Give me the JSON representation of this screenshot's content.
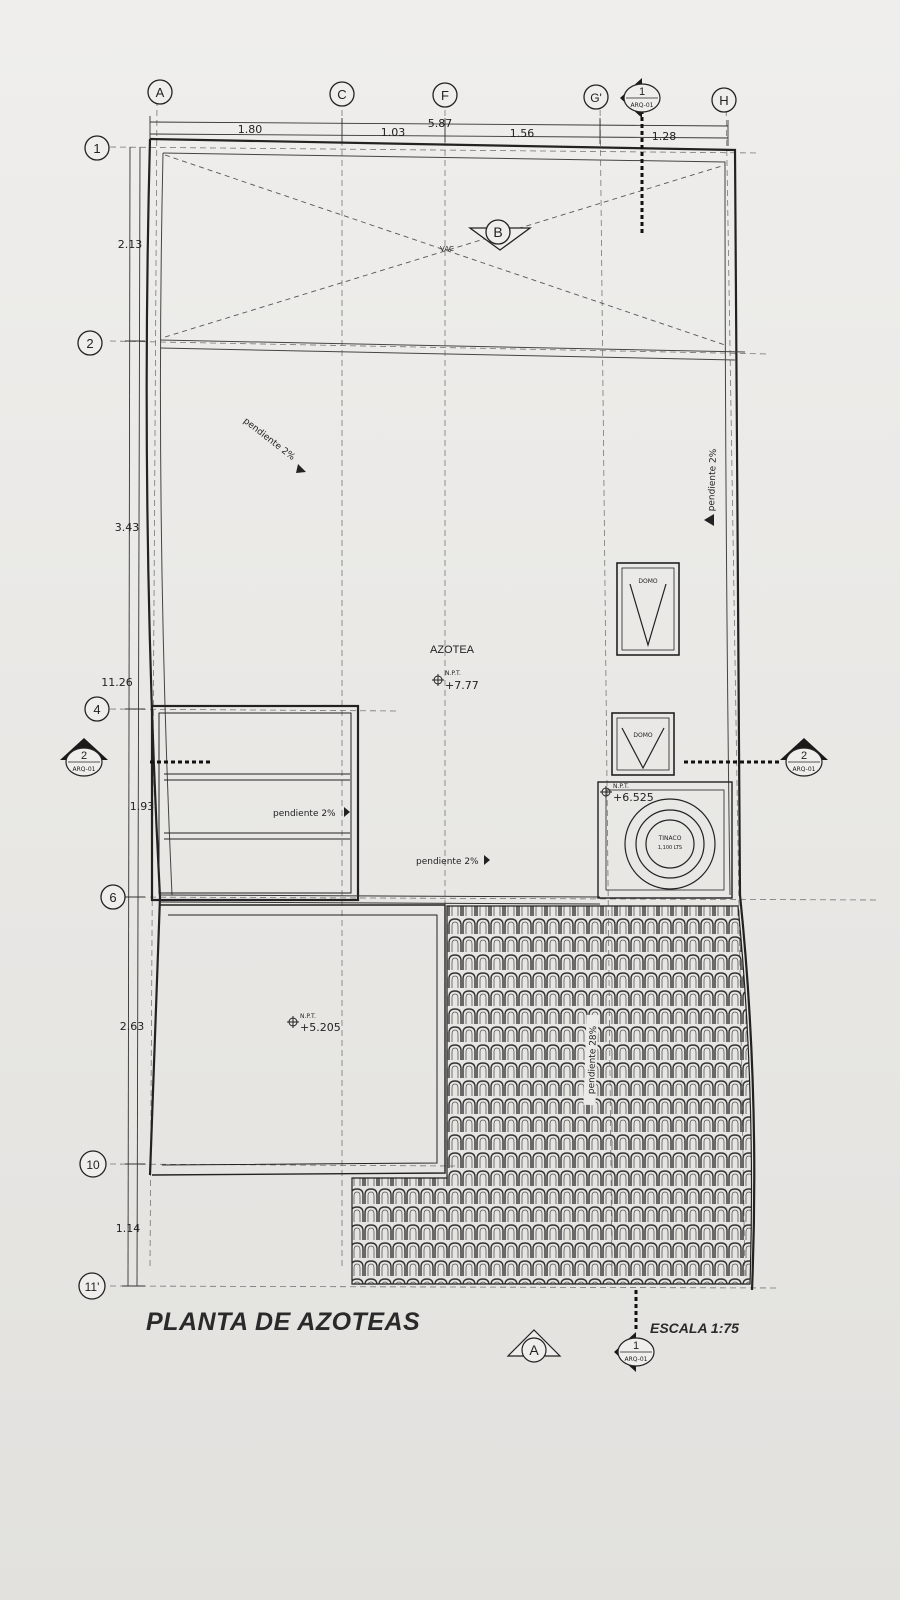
{
  "title": "PLANTA DE AZOTEAS",
  "scale": "ESCALA 1:75",
  "axes_columns": [
    "A",
    "C",
    "F",
    "G'",
    "H"
  ],
  "axes_rows": [
    "1",
    "2",
    "4",
    "6",
    "10",
    "11'"
  ],
  "dims_top": {
    "total": "5.87",
    "d1": "1.80",
    "d2": "1.03",
    "d3": "1.56",
    "d4": "1.28"
  },
  "dims_left": {
    "total": "11.26",
    "d1": "2.13",
    "d2": "3.43",
    "d3": "1.93",
    "d4": "2.63",
    "d5": "1.14"
  },
  "room_label": "AZOTEA",
  "npt_label": "N.P.T.",
  "levels": {
    "roof": "+7.77",
    "tank": "+6.525",
    "lower": "+5.205"
  },
  "slope": "pendiente 2%",
  "slope_tile": "pendiente 28%",
  "domo": "DOMO",
  "tinaco": "TINACO",
  "tinaco_cap": "1,100 LTS",
  "section_ref": "ARQ-01",
  "section_1": "1",
  "section_2": "2",
  "detail_B": "B",
  "detail_A": "A",
  "center_mark": "VAC"
}
